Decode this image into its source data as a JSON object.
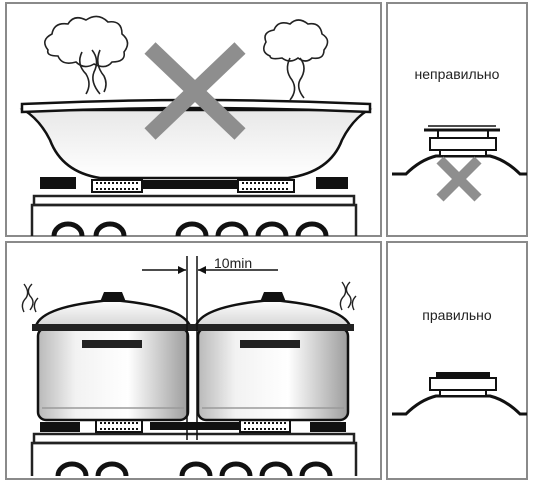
{
  "labels": {
    "incorrect": "неправильно",
    "correct": "правильно",
    "distance": "10min"
  },
  "colors": {
    "frame": "#8a8a8a",
    "cross": "#8e8e8e",
    "line": "#222222"
  }
}
